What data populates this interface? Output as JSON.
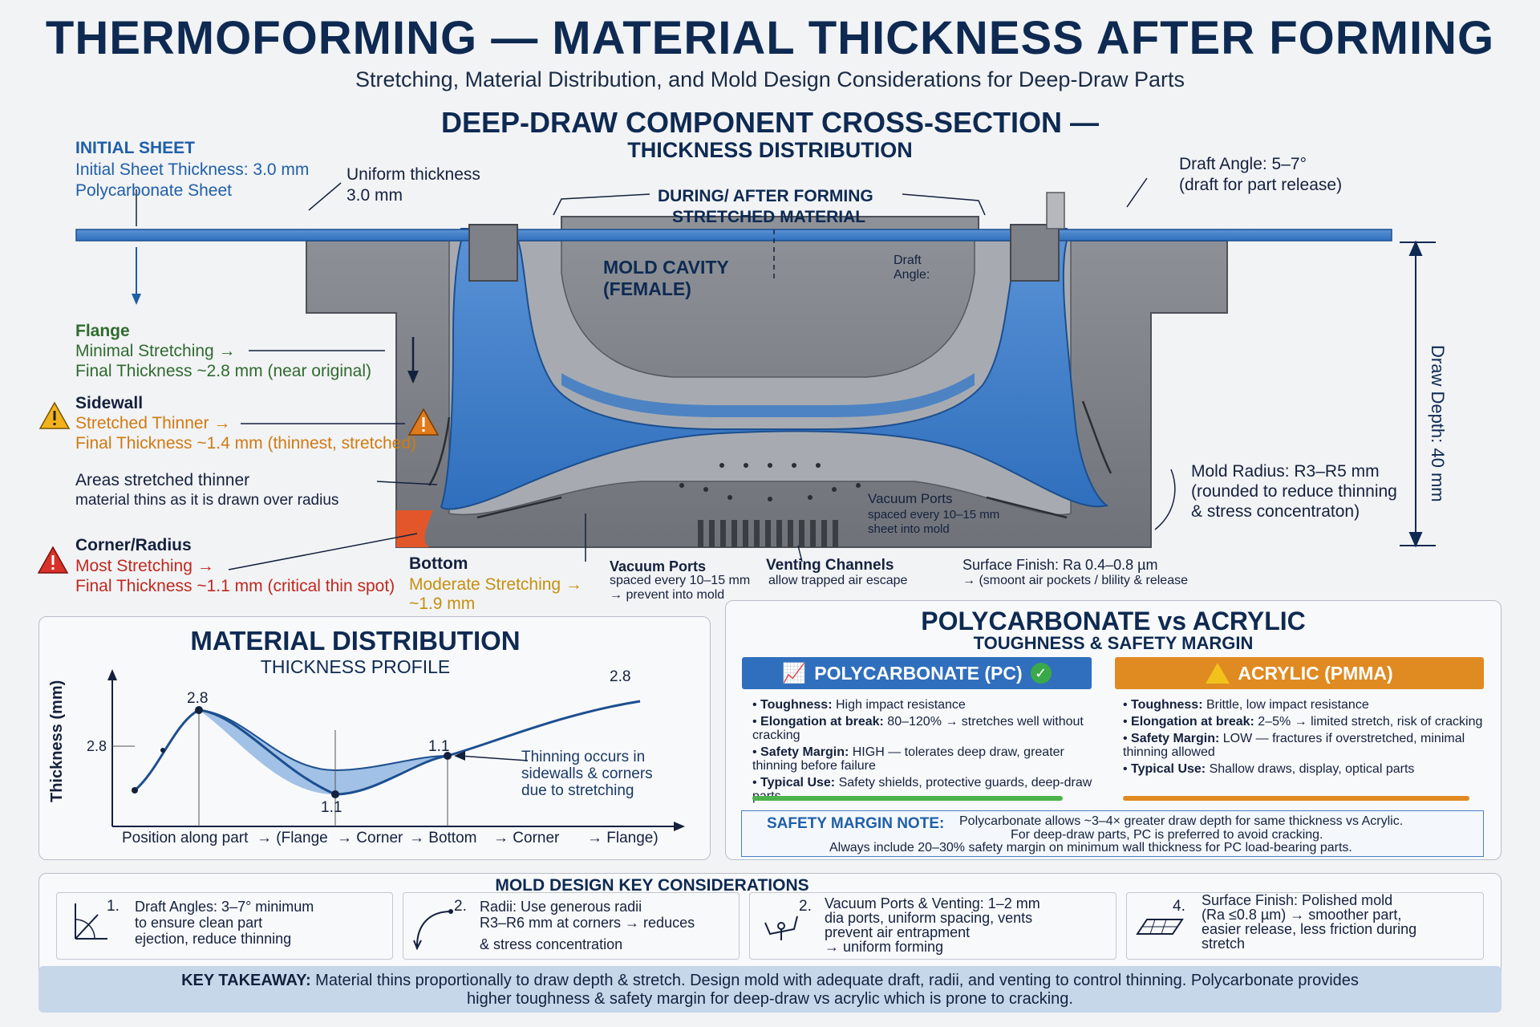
{
  "header": {
    "title": "THERMOFORMING — MATERIAL THICKNESS AFTER FORMING",
    "subtitle": "Stretching, Material Distribution, and Mold Design Considerations for Deep-Draw Parts"
  },
  "cross_section": {
    "title": "DEEP-DRAW COMPONENT CROSS-SECTION —",
    "subtitle": "THICKNESS DISTRIBUTION",
    "initial_sheet": {
      "heading": "INITIAL SHEET",
      "line1": "Initial Sheet Thickness: 3.0 mm",
      "line2": "Polycarbonate Sheet"
    },
    "uniform": {
      "line1": "Uniform thickness",
      "line2": "3.0 mm"
    },
    "during": {
      "line1": "DURING/ AFTER FORMING",
      "line2": "STRETCHED MATERIAL"
    },
    "mold_cavity": {
      "line1": "MOLD CAVITY",
      "line2": "(FEMALE)"
    },
    "draft_angle": {
      "line1": "Draft Angle: 5–7°",
      "line2": "(draft for part release)"
    },
    "draft_small": {
      "line1": "Draft",
      "line2": "Angle:"
    },
    "draw_depth": "Draw Depth: 40 mm",
    "flange": {
      "heading": "Flange",
      "line1": "Minimal Stretching →",
      "line2": "Final Thickness ~2.8 mm (near original)"
    },
    "sidewall": {
      "heading": "Sidewall",
      "line1": "Stretched Thinner →",
      "line2": "Final Thickness ~1.4 mm (thinnest, stretched)"
    },
    "areas": {
      "heading": "Areas stretched thinner",
      "line1": "material thins as it is drawn over radius"
    },
    "corner": {
      "heading": "Corner/Radius",
      "line1": "Most Stretching →",
      "line2": "Final Thickness ~1.1 mm (critical thin spot)"
    },
    "bottom": {
      "heading": "Bottom",
      "line1": "Moderate Stretching →",
      "line2": "~1.9 mm"
    },
    "vacuum_ports": {
      "heading": "Vacuum Ports",
      "line1": "spaced every 10–15 mm",
      "line2": "→ prevent into mold"
    },
    "venting": {
      "heading": "Venting Channels",
      "line1": "allow trapped air escape"
    },
    "surface": {
      "heading": "Surface Finish: Ra 0.4–0.8 µm",
      "line1": "→ (smoont air pockets / blility & release"
    },
    "vacuum_inner": {
      "heading": "Vacuum Ports",
      "line1": "spaced every 10–15 mm",
      "line2": "sheet into mold"
    },
    "mold_radius": {
      "line1": "Mold Radius: R3–R5 mm",
      "line2": "(rounded to reduce thinning",
      "line3": "& stress concentraton)"
    }
  },
  "distribution": {
    "title": "MATERIAL DISTRIBUTION",
    "subtitle": "THICKNESS PROFILE",
    "ylabel": "Thickness (mm)",
    "xlabel": "Position along part",
    "x_categories": [
      "→ (Flange",
      "→ Corner",
      "→ Bottom",
      "→ Corner",
      "→ Flange)"
    ],
    "y_tick": "2.8",
    "note_line1": "Thinning occurs in",
    "note_line2": "sidewalls & corners",
    "note_line3": "due to stretching"
  },
  "chart_data": {
    "type": "line",
    "title": "MATERIAL DISTRIBUTION",
    "subtitle": "THICKNESS PROFILE",
    "xlabel": "Position along part",
    "ylabel": "Thickness (mm)",
    "x": [
      "Flange",
      "Corner",
      "Bottom",
      "Corner",
      "Flange"
    ],
    "y_ticks": [
      "2.8"
    ],
    "annotated_points": [
      {
        "label": "2.8",
        "near": "Flange"
      },
      {
        "label": "1.1",
        "near": "Corner"
      },
      {
        "label": "1.1",
        "near": "Bottom"
      },
      {
        "label": "2.8",
        "near": "Flange"
      }
    ]
  },
  "comparison": {
    "title": "POLYCARBONATE vs ACRYLIC",
    "subtitle": "TOUGHNESS & SAFETY MARGIN",
    "pc": {
      "header": "POLYCARBONATE (PC)",
      "color": "#2f6fbd",
      "items": [
        {
          "k": "Toughness:",
          "v": "High impact resistance"
        },
        {
          "k": "Elongation at break:",
          "v": "80–120% → stretches well without cracking"
        },
        {
          "k": "Safety Margin:",
          "v": "HIGH — tolerates deep draw, greater thinning before failure"
        },
        {
          "k": "Typical Use:",
          "v": "Safety shields, protective guards, deep-draw parts"
        }
      ]
    },
    "acrylic": {
      "header": "ACRYLIC (PMMA)",
      "color": "#e08a22",
      "items": [
        {
          "k": "Toughness:",
          "v": "Brittle, low impact resistance"
        },
        {
          "k": "Elongation at break:",
          "v": "2–5% → limited stretch, risk of cracking"
        },
        {
          "k": "Safety Margin:",
          "v": "LOW — fractures if overstretched, minimal thinning allowed"
        },
        {
          "k": "Typical Use:",
          "v": "Shallow draws, display, optical parts"
        }
      ]
    },
    "note_label": "SAFETY MARGIN NOTE:",
    "note_line1": "Polycarbonate allows ~3–4× greater draw depth for same thickness vs Acrylic.",
    "note_line2": "For deep-draw parts, PC is preferred to avoid cracking.",
    "note_line3": "Always include 20–30% safety margin on minimum wall thickness for PC load-bearing parts."
  },
  "mold_design": {
    "title": "MOLD DESIGN KEY CONSIDERATIONS",
    "cards": [
      {
        "num": "1.",
        "l1": "Draft Angles: 3–7° minimum",
        "l2": "to ensure clean part",
        "l3": "ejection, reduce thinning",
        "l4": ""
      },
      {
        "num": "2.",
        "l1": "Radii: Use generous radii",
        "l2": "R3–R6 mm at corners → reduces",
        "l3": "& stress concentration",
        "l4": ""
      },
      {
        "num": "2.",
        "l1": "Vacuum Ports & Venting: 1–2 mm",
        "l2": "dia ports, uniform spacing, vents",
        "l3": "prevent air entrapment",
        "l4": "→ uniform forming"
      },
      {
        "num": "4.",
        "l1": "Surface Finish: Polished mold",
        "l2": "(Ra ≤0.8 µm) → smoother part,",
        "l3": "easier release, less friction during",
        "l4": "stretch"
      }
    ]
  },
  "takeaway": {
    "label": "KEY TAKEAWAY:",
    "line1": "Material thins proportionally to draw depth & stretch. Design mold with adequate draft, radii, and venting to control thinning. Polycarbonate provides",
    "line2": "higher toughness & safety margin for deep-draw vs acrylic which is prone to cracking."
  }
}
